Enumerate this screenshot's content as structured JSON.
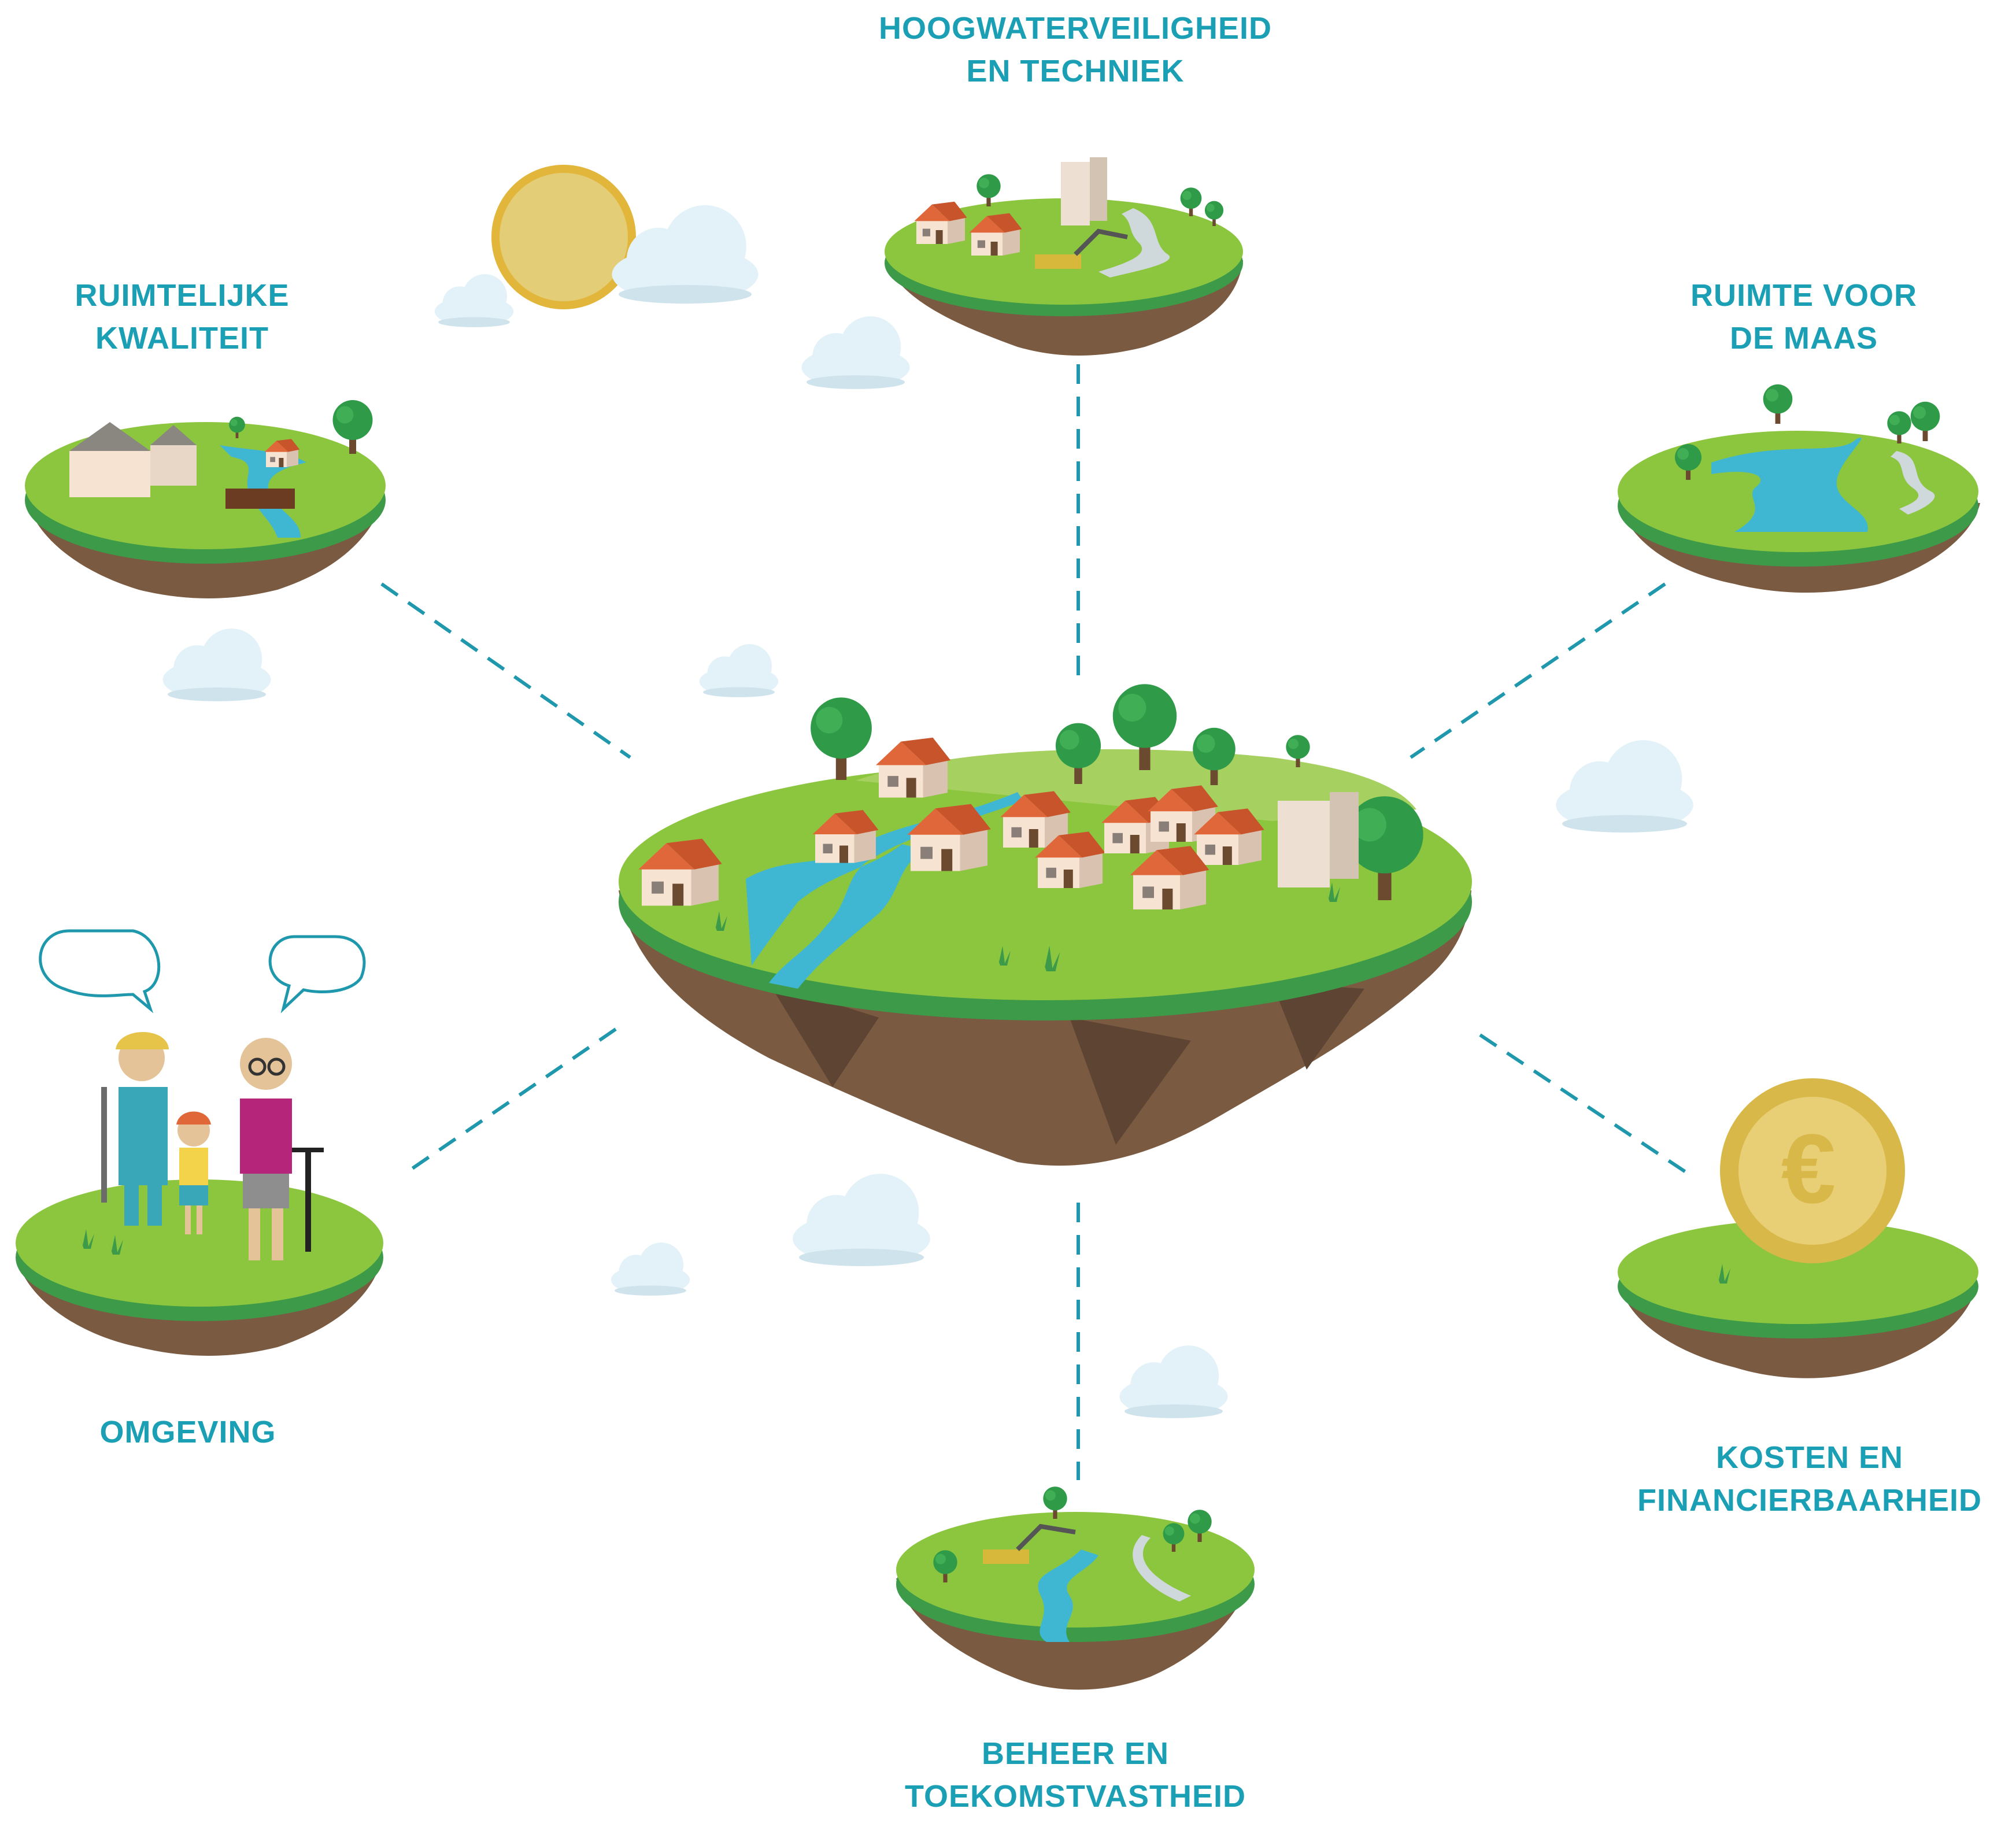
{
  "colors": {
    "label": "#1b9fb5",
    "connector": "#1f98ad",
    "grass_top": "#8cc63f",
    "grass_edge": "#3c9a49",
    "earth": "#7a5b42",
    "earth_dark": "#5e4533",
    "water": "#3fb7d3",
    "tree": "#2f9a48",
    "roof": "#e0673a",
    "wall": "#f6e3d2",
    "sun": "#e4cd77",
    "coin": "#d9b84a",
    "cloud": "#e3f2f8"
  },
  "labels": {
    "top": [
      "HOOGWATERVEILIGHEID",
      "EN TECHNIEK"
    ],
    "top_left": [
      "RUIMTELIJKE",
      "KWALITEIT"
    ],
    "top_right": [
      "RUIMTE VOOR",
      "DE MAAS"
    ],
    "bottom_left": [
      "OMGEVING"
    ],
    "bottom_right": [
      "KOSTEN EN",
      "FINANCIERBAARHEID"
    ],
    "bottom": [
      "BEHEER EN",
      "TOEKOMSTVASTHEID"
    ]
  },
  "icons": {
    "center": "village-island",
    "top": "dike-works-island",
    "top_left": "mill-stream-island",
    "top_right": "river-island",
    "bottom_left": "people-island",
    "bottom_right": "euro-coin-island",
    "bottom": "excavator-island",
    "sky": [
      "sun",
      "cloud"
    ]
  }
}
